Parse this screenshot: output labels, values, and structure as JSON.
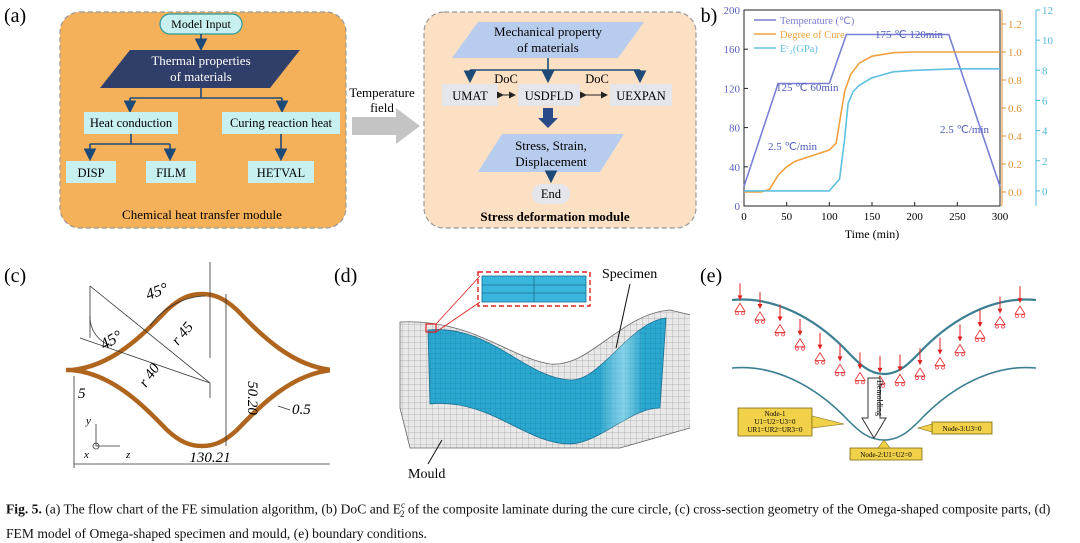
{
  "panels": {
    "a": {
      "label": "(a)",
      "left": {
        "model_input": "Model Input",
        "thermal_1": "Thermal properties",
        "thermal_2": "of materials",
        "heat_conduction": "Heat conduction",
        "curing_heat": "Curing reaction heat",
        "disp": "DISP",
        "film": "FILM",
        "hetval": "HETVAL",
        "module": "Chemical heat transfer module"
      },
      "arrow_label_1": "Temperature",
      "arrow_label_2": "field",
      "right": {
        "mech_1": "Mechanical property",
        "mech_2": "of materials",
        "doc_left": "DoC",
        "doc_right": "DoC",
        "umat": "UMAT",
        "usdfld": "USDFLD",
        "uexpan": "UEXPAN",
        "ssd_1": "Stress, Strain,",
        "ssd_2": "Displacement",
        "end": "End",
        "module": "Stress deformation module"
      }
    },
    "b": {
      "label": "(b)",
      "annotations": {
        "seg1": "125 ℃ 60min",
        "seg2": "175 ℃  120min",
        "rate_up": "2.5 ℃/min",
        "rate_down": "2.5 ℃/min"
      }
    },
    "c": {
      "label": "(c)",
      "angle_top": "45°",
      "angle_left": "45°",
      "r_top": "r 45",
      "r_left": "r 40",
      "height": "50.20",
      "left_len": "5",
      "thickness": "0.5",
      "width": "130.21",
      "axis_y": "y",
      "axis_x": "x",
      "axis_z": "z"
    },
    "d": {
      "label": "(d)",
      "specimen": "Specimen",
      "mould": "Mould"
    },
    "e": {
      "label": "(e)",
      "node1_1": "Node-1",
      "node1_2": "U1=U2=U3=0",
      "node1_3": "UR1=UR2=UR3=0",
      "demolding": "Demolding",
      "node2": "Node-2:U1=U2=0",
      "node3": "Node-3:U3=0"
    }
  },
  "caption": {
    "prefix": "Fig. 5.",
    "text_1": " (a) The flow chart of the FE simulation algorithm, (b) DoC and E",
    "sup": "c",
    "sub": "2",
    "text_2": " of the composite laminate during the cure circle, (c) cross-section geometry of the Omega-shaped composite parts, (d) FEM model of Omega-shaped specimen and mould, (e) boundary conditions."
  },
  "chart_data": {
    "type": "line",
    "title": "",
    "xlabel": "Time (min)",
    "xlim": [
      0,
      300
    ],
    "x_ticks": [
      0,
      50,
      100,
      150,
      200,
      250,
      300
    ],
    "y_left": {
      "label": "",
      "ylim": [
        0,
        200
      ],
      "ticks": [
        0,
        40,
        80,
        120,
        160,
        200
      ]
    },
    "y_right_1": {
      "label": "",
      "ylim": [
        -0.1,
        1.3
      ],
      "ticks": [
        0.0,
        0.2,
        0.4,
        0.6,
        0.8,
        1.0,
        1.2
      ]
    },
    "y_right_2": {
      "label": "",
      "ylim": [
        -1,
        12
      ],
      "ticks": [
        0,
        2,
        4,
        6,
        8,
        10,
        12
      ]
    },
    "grid": false,
    "legend": "top-left",
    "series": [
      {
        "name": "Temperature (℃)",
        "axis": "left",
        "color": "#7b7fd6",
        "x": [
          0,
          40,
          100,
          120,
          240,
          300
        ],
        "y": [
          20,
          125,
          125,
          175,
          175,
          20
        ]
      },
      {
        "name": "Degree of Cure",
        "axis": "right_1",
        "color": "#f0a040",
        "x": [
          0,
          20,
          30,
          40,
          50,
          60,
          80,
          100,
          108,
          112,
          118,
          125,
          135,
          150,
          175,
          200,
          250,
          300
        ],
        "y": [
          0.0,
          0.0,
          0.02,
          0.12,
          0.18,
          0.22,
          0.26,
          0.3,
          0.35,
          0.5,
          0.72,
          0.84,
          0.92,
          0.97,
          0.995,
          1.0,
          1.0,
          1.0
        ]
      },
      {
        "name": "Eᶜ₂(GPa)",
        "axis": "right_2",
        "color": "#60c0e0",
        "x": [
          0,
          100,
          112,
          118,
          122,
          128,
          135,
          150,
          175,
          200,
          250,
          300
        ],
        "y": [
          0,
          0,
          0.8,
          3.5,
          5.8,
          6.6,
          7.0,
          7.5,
          7.9,
          8.0,
          8.1,
          8.1
        ]
      }
    ]
  }
}
